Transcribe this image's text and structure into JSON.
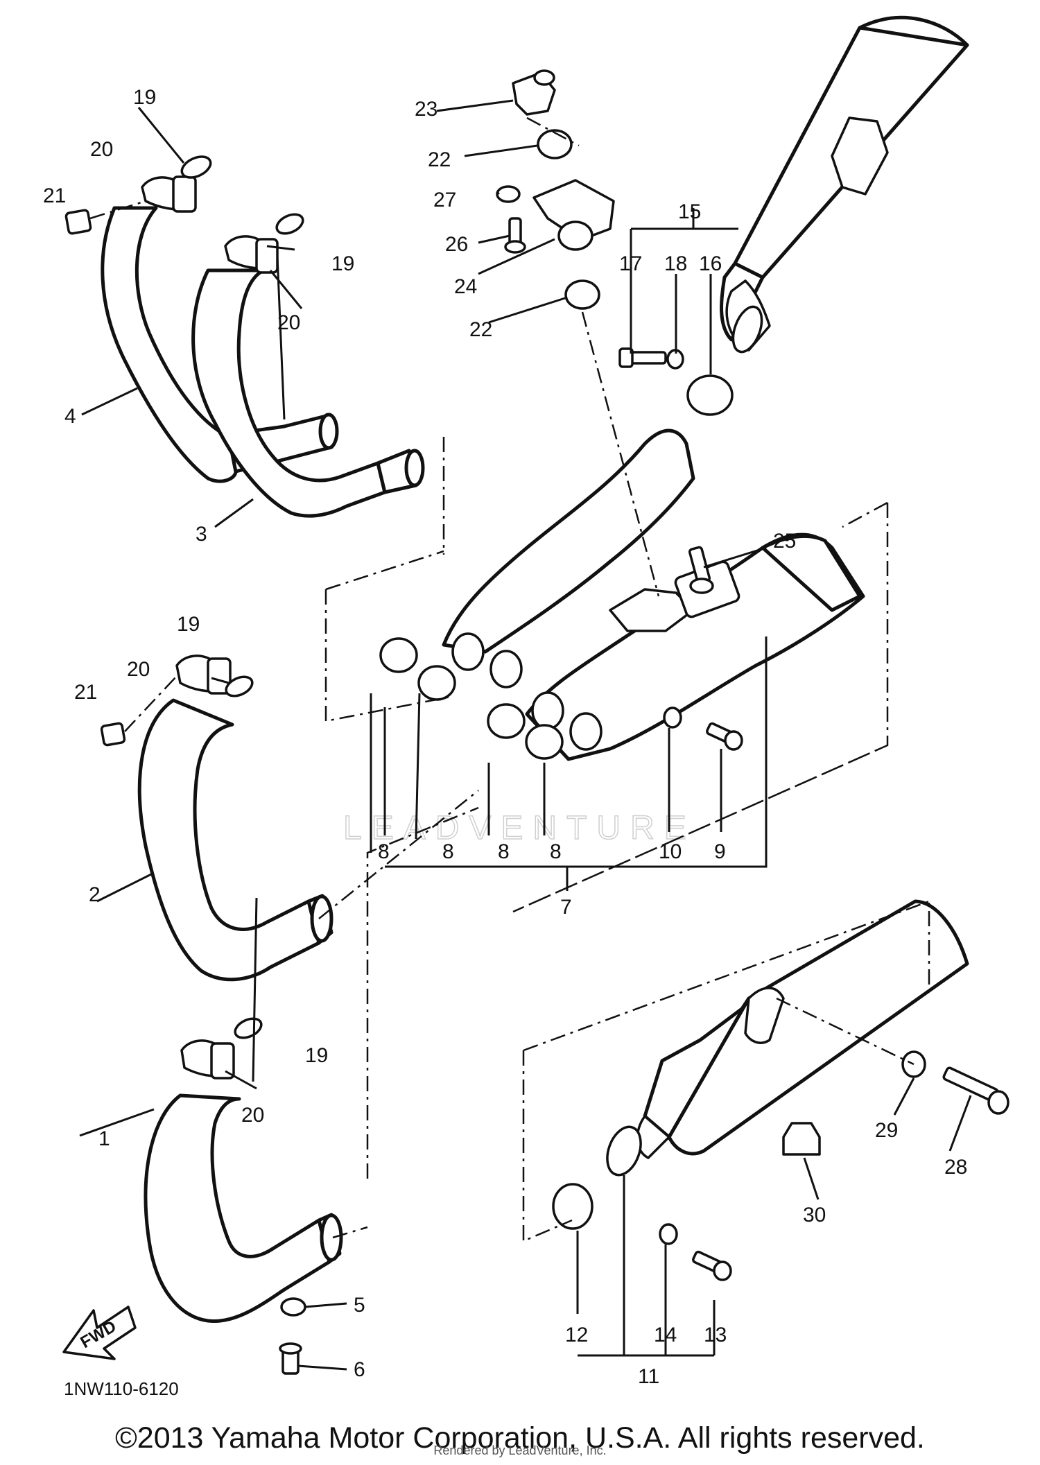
{
  "diagram": {
    "code": "1NW110-6120",
    "fwd_label": "FWD",
    "watermark": "LEADVENTURE",
    "copyright": "©2013 Yamaha Motor Corporation, U.S.A. All rights reserved.",
    "rendered_by": "Rendered by LeadVenture, Inc.",
    "callouts": {
      "c1": "1",
      "c2": "2",
      "c3": "3",
      "c4": "4",
      "c5": "5",
      "c6": "6",
      "c7": "7",
      "c8a": "8",
      "c8b": "8",
      "c8c": "8",
      "c8d": "8",
      "c9": "9",
      "c10": "10",
      "c11": "11",
      "c12": "12",
      "c13": "13",
      "c14": "14",
      "c15": "15",
      "c16": "16",
      "c17": "17",
      "c18": "18",
      "c19a": "19",
      "c19b": "19",
      "c19c": "19",
      "c19d": "19",
      "c20a": "20",
      "c20b": "20",
      "c20c": "20",
      "c20d": "20",
      "c21a": "21",
      "c21b": "21",
      "c22a": "22",
      "c22b": "22",
      "c23": "23",
      "c24": "24",
      "c25": "25",
      "c26": "26",
      "c27": "27",
      "c28": "28",
      "c29": "29",
      "c30": "30"
    }
  }
}
